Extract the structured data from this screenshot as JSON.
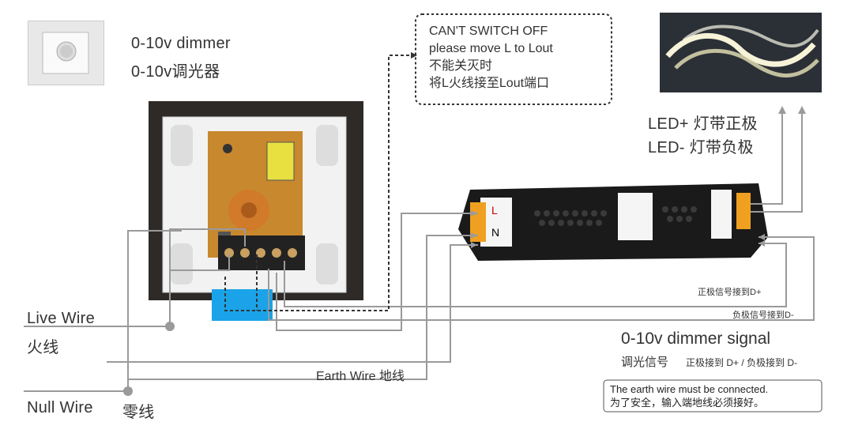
{
  "dimmer": {
    "title_en": "0-10v dimmer",
    "title_cn": "0-10v调光器"
  },
  "switch_note": {
    "line1": "CAN'T SWITCH OFF",
    "line2": "please move L to Lout",
    "line3": "不能关灭时",
    "line4": "将L火线接至Lout端口"
  },
  "led": {
    "plus": "LED+ 灯带正极",
    "minus": "LED- 灯带负极"
  },
  "wires": {
    "live_en": "Live Wire",
    "live_cn": "火线",
    "earth": "Earth Wire  地线",
    "null_en": "Null Wire",
    "null_cn": "零线"
  },
  "signal": {
    "dplus": "正极信号接到D+",
    "dminus": "负极信号接到D-",
    "title": "0-10v dimmer signal",
    "sub_cn": "调光信号",
    "sub_detail": "正极接到 D+  /  负极接到 D-"
  },
  "earth_note": {
    "line1": "The earth wire must be connected.",
    "line2": "为了安全，输入端地线必须接好。"
  },
  "driver": {
    "terminal_L": "L",
    "terminal_N": "N"
  },
  "colors": {
    "wire": "#9a9a9a",
    "dashed": "#333333",
    "blue_block": "#1aa3e8",
    "driver_body": "#1a1a1a",
    "terminal": "#f0a020",
    "pcb": "#c8882e",
    "knob": "#d07a2a"
  }
}
